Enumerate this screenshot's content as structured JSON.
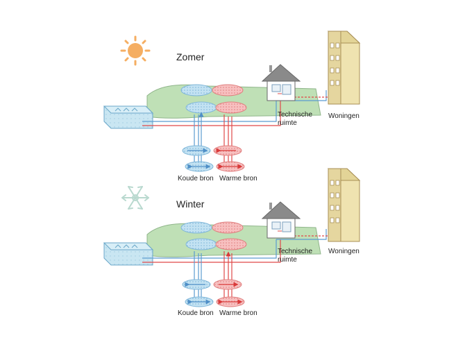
{
  "panels": [
    {
      "season": "Zomer",
      "season_icon": "sun-icon",
      "labels": {
        "technical_room": [
          "Technische",
          "ruimte"
        ],
        "homes": "Woningen",
        "cold_source": "Koude bron",
        "warm_source": "Warme bron"
      }
    },
    {
      "season": "Winter",
      "season_icon": "snowflake-icon",
      "labels": {
        "technical_room": [
          "Technische",
          "ruimte"
        ],
        "homes": "Woningen",
        "cold_source": "Koude bron",
        "warm_source": "Warme bron"
      }
    }
  ],
  "colors": {
    "ground": "#bfe0b6",
    "ground_edge": "#8fb58a",
    "cold": "#8ec4e6",
    "cold_line": "#5b9bd0",
    "warm": "#f29a9a",
    "warm_line": "#e04848",
    "building": "#efe3b0",
    "building_edge": "#a88f55",
    "sun": "#f5ae62"
  }
}
